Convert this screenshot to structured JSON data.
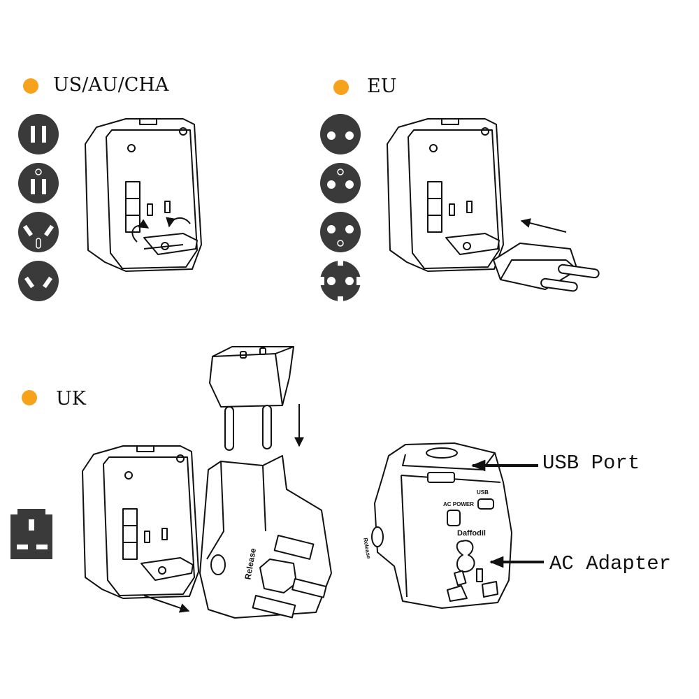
{
  "accent_color": "#f7a21b",
  "ink_color": "#111111",
  "icon_fill": "#3a3a3a",
  "sections": {
    "us": {
      "title": "US/AU/CHA",
      "socket_icons": [
        "us-2-flat-icon",
        "us-3-pin-icon",
        "au-3-pin-icon",
        "au-2-pin-icon"
      ]
    },
    "eu": {
      "title": "EU",
      "socket_icons": [
        "eu-2-round-icon",
        "eu-3-round-icon",
        "eu-3-round-alt-icon",
        "schuko-icon"
      ]
    },
    "uk": {
      "title": "UK",
      "socket_icons": [
        "uk-3-pin-icon"
      ]
    }
  },
  "device": {
    "brand": "Daffodil",
    "ac_power_label": "AC POWER",
    "usb_label": "USB",
    "release_label": "Release"
  },
  "callouts": {
    "usb_port": "USB Port",
    "ac_adapter": "AC Adapter"
  }
}
